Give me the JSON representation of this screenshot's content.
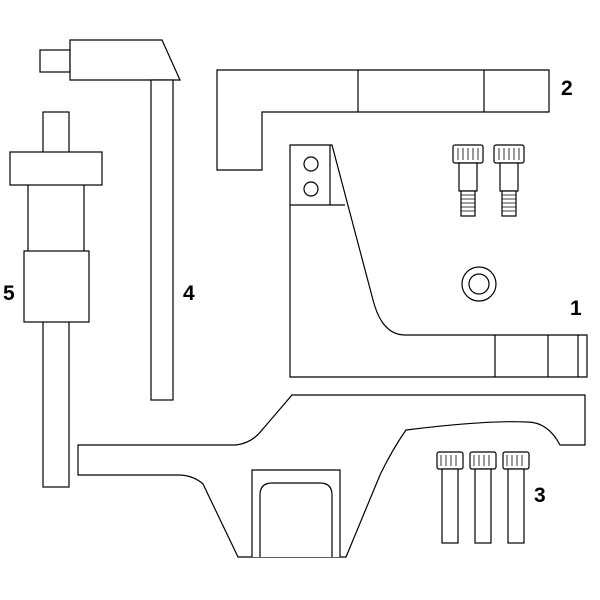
{
  "callouts": {
    "one": "1",
    "two": "2",
    "three": "3",
    "four": "4",
    "five": "5"
  },
  "colors": {
    "line": "#000000",
    "background": "#ffffff"
  }
}
